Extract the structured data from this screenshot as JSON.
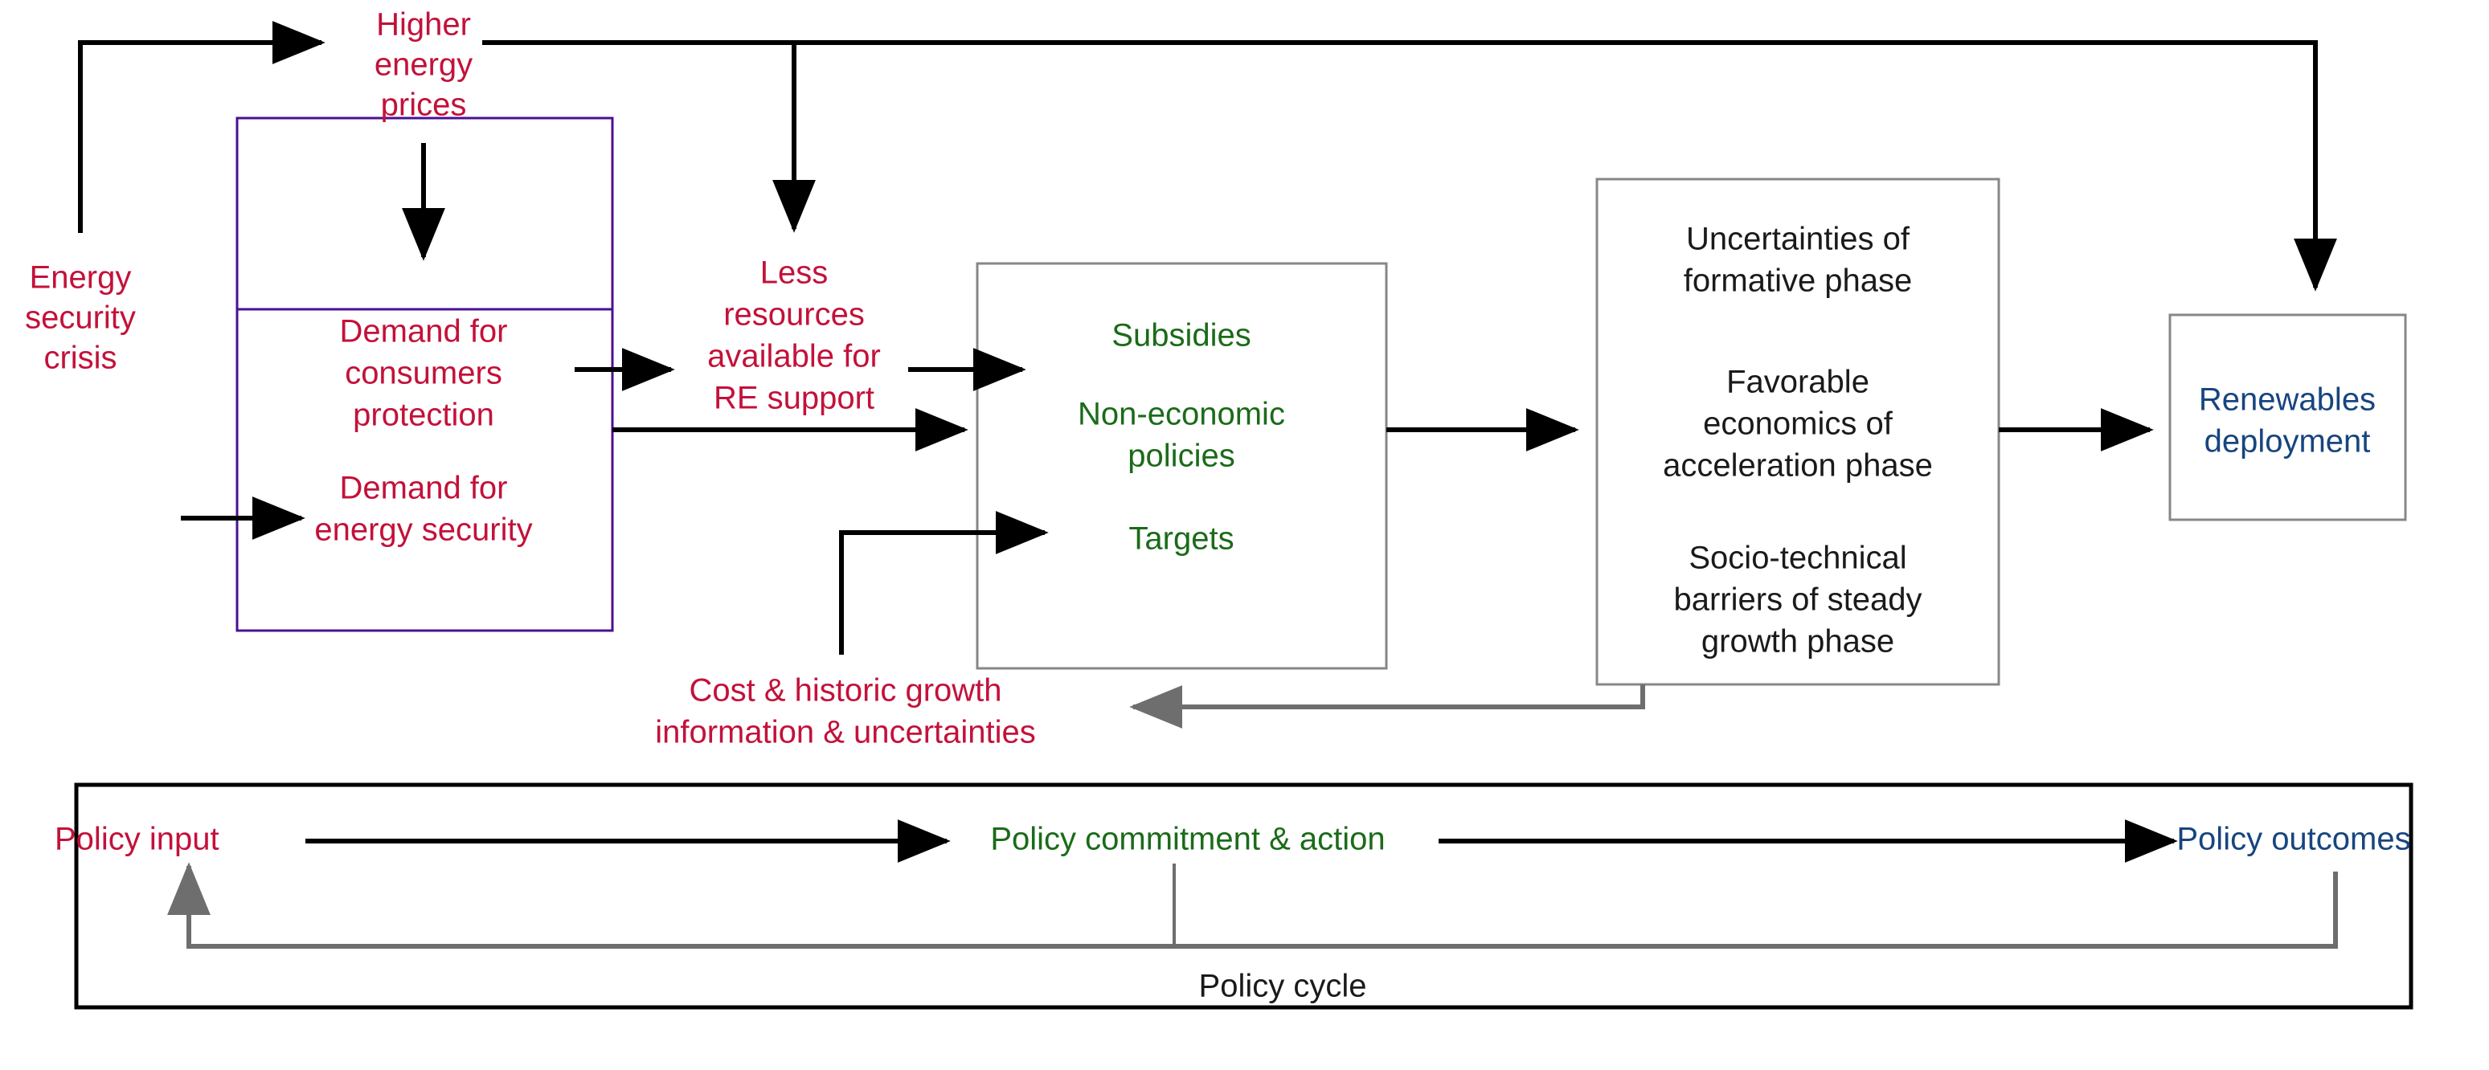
{
  "diagram": {
    "title": "Energy security crisis to renewables deployment policy flow",
    "colors": {
      "red": "#c3113a",
      "green": "#1b6b19",
      "blue": "#17457f",
      "black": "#1a1a1a",
      "purple_border": "#4b0f93",
      "grey_border": "#878787",
      "arrow_black": "#000000",
      "arrow_grey": "#6e6e6e"
    },
    "nodes": {
      "energy_security_crisis": {
        "lines": [
          "Energy",
          "security",
          "crisis"
        ],
        "color": "red"
      },
      "higher_energy_prices": {
        "lines": [
          "Higher",
          "energy",
          "prices"
        ],
        "color": "red"
      },
      "demand_consumers_protection": {
        "lines": [
          "Demand for",
          "consumers",
          "protection"
        ],
        "color": "red"
      },
      "demand_energy_security": {
        "lines": [
          "Demand for",
          "energy security"
        ],
        "color": "red"
      },
      "less_resources": {
        "lines": [
          "Less",
          "resources",
          "available for",
          "RE support"
        ],
        "color": "red"
      },
      "cost_historic_growth": {
        "lines": [
          "Cost & historic growth",
          "information & uncertainties"
        ],
        "color": "red"
      },
      "subsidies": {
        "lines": [
          "Subsidies"
        ],
        "color": "green"
      },
      "non_economic_policies": {
        "lines": [
          "Non-economic",
          "policies"
        ],
        "color": "green"
      },
      "targets": {
        "lines": [
          "Targets"
        ],
        "color": "green"
      },
      "uncertainties_formative": {
        "lines": [
          "Uncertainties of",
          "formative phase"
        ],
        "color": "black"
      },
      "favorable_economics": {
        "lines": [
          "Favorable",
          "economics of",
          "acceleration phase"
        ],
        "color": "black"
      },
      "socio_technical_barriers": {
        "lines": [
          "Socio-technical",
          "barriers of steady",
          "growth phase"
        ],
        "color": "black"
      },
      "renewables_deployment": {
        "lines": [
          "Renewables",
          "deployment"
        ],
        "color": "blue"
      }
    },
    "policy_cycle": {
      "input_label": "Policy input",
      "commitment_label": "Policy commitment & action",
      "outcomes_label": "Policy outcomes",
      "cycle_label": "Policy cycle"
    }
  }
}
